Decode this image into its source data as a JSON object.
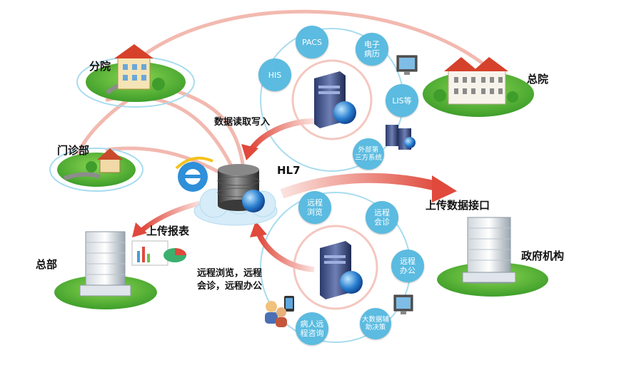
{
  "nodes": {
    "branch": "分院",
    "outpatient": "门诊部",
    "hq_main": "总部",
    "general_hospital": "总院",
    "government": "政府机构",
    "hl7": "HL7"
  },
  "flows": {
    "read_write": "数据读取写入",
    "upload_report": "上传报表",
    "upload_interface": "上传数据接口",
    "remote_line1": "远程浏览，远程",
    "remote_line2": "会诊，远程办公"
  },
  "top_cluster": {
    "pacs": "PACS",
    "emr": "电子\n病历",
    "his": "HIS",
    "lis": "LIS等",
    "third_party": "外部第\n三方系统"
  },
  "bottom_cluster": {
    "remote_browse": "远程\n浏览",
    "remote_consult": "远程\n会诊",
    "remote_office": "远程\n办公",
    "patient_consult": "病人远\n程咨询",
    "big_data": "大数据辅\n助决策"
  },
  "colors": {
    "bubble": "#5bbbe0",
    "arrow_red": "#e0493c",
    "arc_pink": "#f2b9b0",
    "grass": "#5cbd3a",
    "ring_cyan": "#a8dcee"
  }
}
